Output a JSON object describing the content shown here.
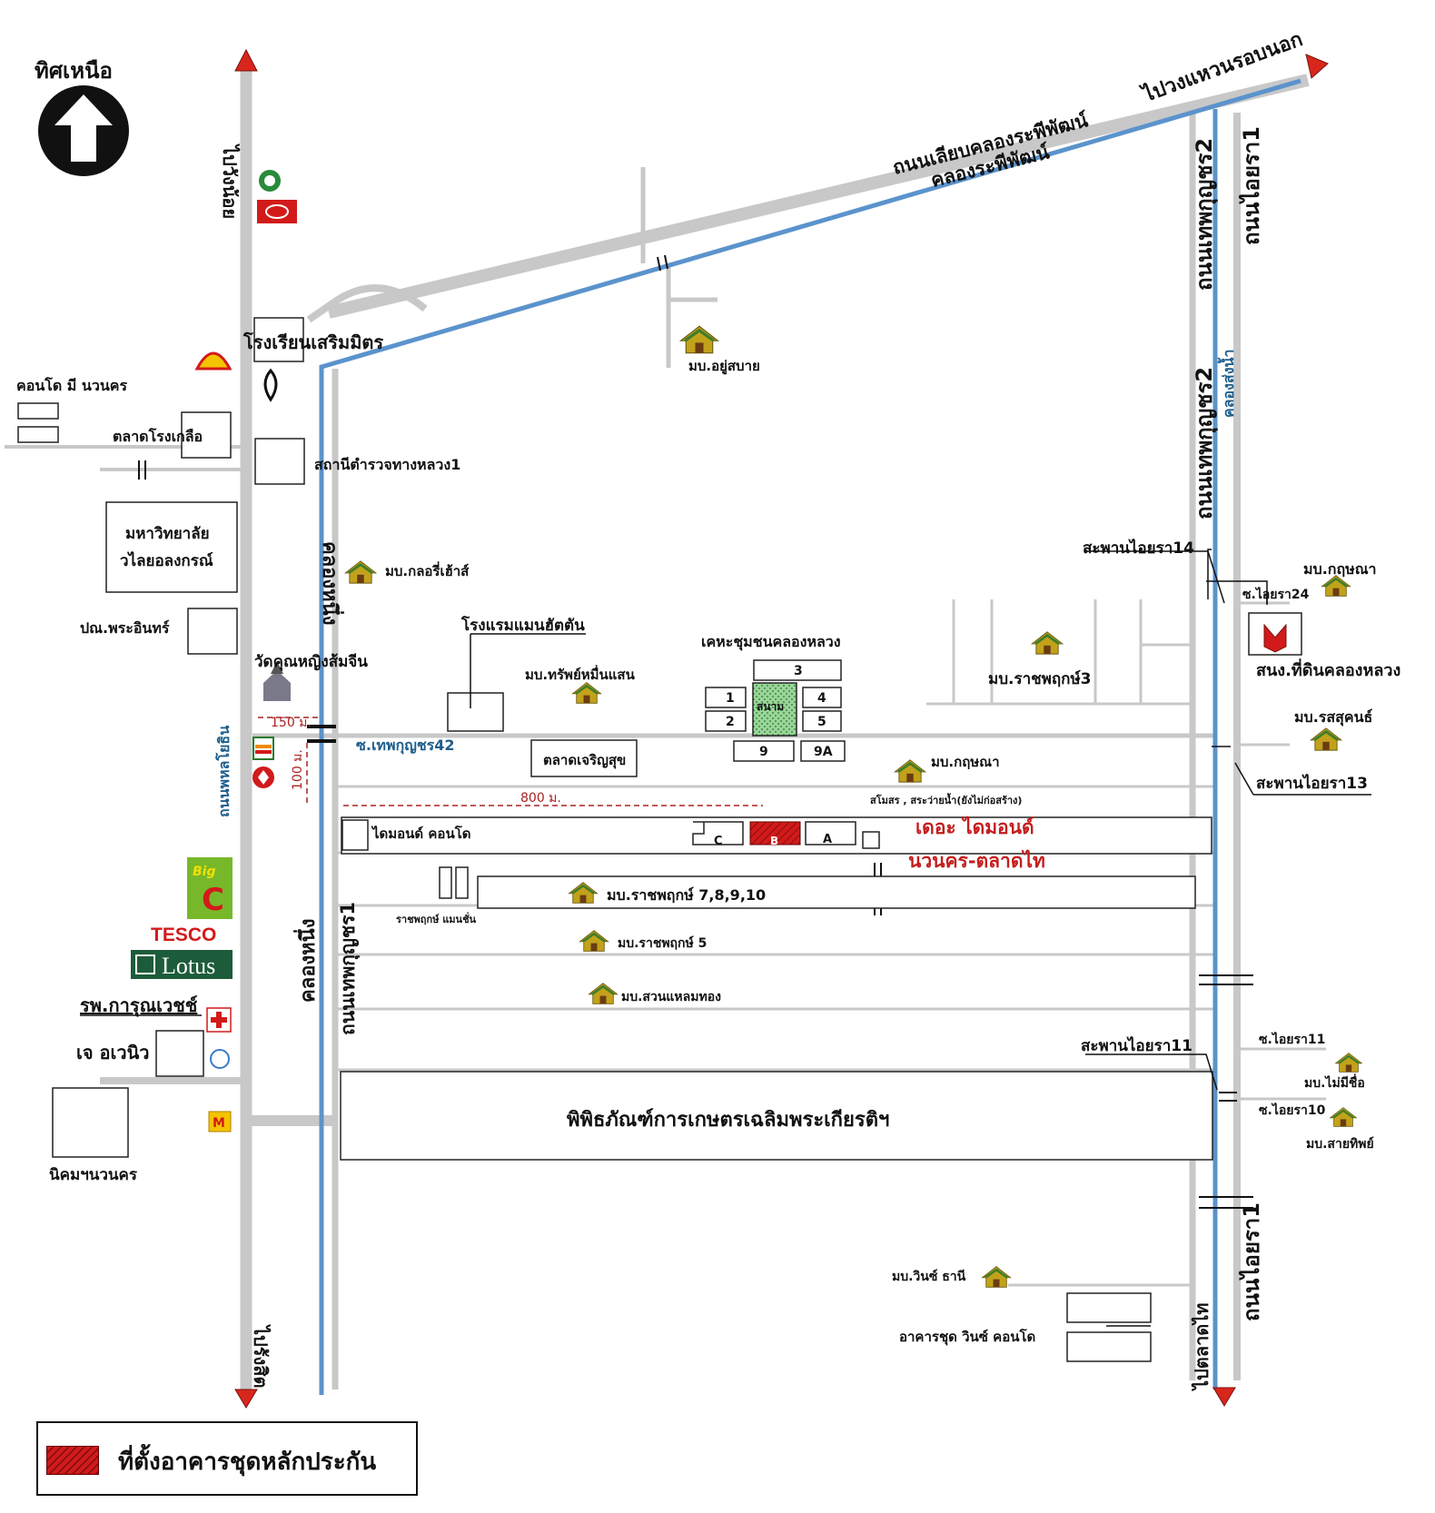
{
  "north": "ทิศเหนือ",
  "roads": {
    "to_wang_noi": "ไปวังน้อย",
    "to_rangsit": "ไปรังสิต",
    "phahonyothin": "ถนนพหลโยธิน",
    "liap_khlong": "ถนนเลียบคลองระพีพัฒน์",
    "khlong_raphiphat": "คลองระพีพัฒน์",
    "to_outer_ring": "ไปวงแหวนรอบนอก",
    "thepkunchon2_top": "ถนนเทพกุญชร2",
    "thepkunchon2_mid": "ถนนเทพกุญชร2",
    "khlong_song_nam": "คลองส่งน้ำ",
    "oiyara1_top": "ถนนไอยรา1",
    "oiyara1_bottom": "ถนนไอยรา1",
    "khlong_nueng_top": "คลองหนึ่ง",
    "khlong_nueng_bottom": "คลองหนึ่ง",
    "thepkunchon1": "ถนนเทพกุญชร1",
    "soi_thepkunchon42": "ซ.เทพกุญชร42",
    "to_talat_thai": "ไปตลาดไท",
    "soi_oiyara24": "ซ.ไอยรา24",
    "soi_oiyara11": "ซ.ไอยรา11",
    "soi_oiyara10": "ซ.ไอยรา10"
  },
  "places": {
    "school": "โรงเรียนเสริมมิตร",
    "condo_mi_navanakorn": "คอนโด มี นวนคร",
    "talat_rongkluea": "ตลาดโรงเกลือ",
    "police": "สถานีตำรวจทางหลวง1",
    "uni_line1": "มหาวิทยาลัย",
    "uni_line2": "วไลยอลงกรณ์",
    "post_office": "ปณ.พระอินทร์",
    "temple": "วัดคุณหญิงส้มจีน",
    "glory_house": "มบ.กลอรี่เฮ้าส์",
    "hotel": "โรงแรมแมนฮัตตัน",
    "sup_muen_saen": "มบ.ทรัพย์หมื่นแสน",
    "community_housing": "เคหะชุมชนคลองหลวง",
    "field": "สนาม",
    "rachapruek3": "มบ.ราชพฤกษ์3",
    "you_sabai": "มบ.อยู่สบาย",
    "bridge14": "สะพานไอยรา14",
    "kritsana_right": "มบ.กฤษณา",
    "land_office": "สนง.ที่ดินคลองหลวง",
    "rotsukhon": "มบ.รสสุคนธ์",
    "bridge13": "สะพานไอยรา13",
    "talat_charoensuk": "ตลาดเจริญสุข",
    "kritsana_mid": "มบ.กฤษณา",
    "pool_note": "สโมสร , สระว่ายน้ำ(ยังไม่ก่อสร้าง)",
    "diamond_condo": "ไดมอนด์ คอนโด",
    "project_line1": "เดอะ ไดมอนด์",
    "project_line2": "นวนคร-ตลาดไท",
    "rachapruek_mansion": "ราชพฤกษ์ แมนชั่น",
    "rachapruek78910": "มบ.ราชพฤกษ์ 7,8,9,10",
    "rachapruek5": "มบ.ราชพฤกษ์ 5",
    "suan_laem_thong": "มบ.สวนแหลมทอง",
    "hospital": "รพ.การุณเวชช์",
    "j_avenue": "เจ อเวนิว",
    "bridge11": "สะพานไอยรา11",
    "mai_mi_chue": "มบ.ไม่มีชื่อ",
    "sai_thip": "มบ.สายทิพย์",
    "museum": "พิพิธภัณฑ์การเกษตรเฉลิมพระเกียรติฯ",
    "nikhom": "นิคมฯนวนคร",
    "win_thani": "มบ.วินซ์ ธานี",
    "win_condo": "อาคารชุด วินซ์ คอนโด",
    "tesco": "TESCO",
    "lotus": "Lotus",
    "big": "Big"
  },
  "blocks": [
    "1",
    "2",
    "3",
    "4",
    "5",
    "9",
    "9A"
  ],
  "buildings": [
    "C",
    "B",
    "A"
  ],
  "distances": {
    "d150": "150 ม.",
    "d100": "100 ม.",
    "d800": "800 ม."
  },
  "legend": "ที่ตั้งอาคารชุดหลักประกัน",
  "colors": {
    "road": "#c8c8c8",
    "canal": "#5b93cc",
    "arrow": "#d8261c",
    "highlight": "#d21a1a",
    "house": "#c2a21a"
  }
}
